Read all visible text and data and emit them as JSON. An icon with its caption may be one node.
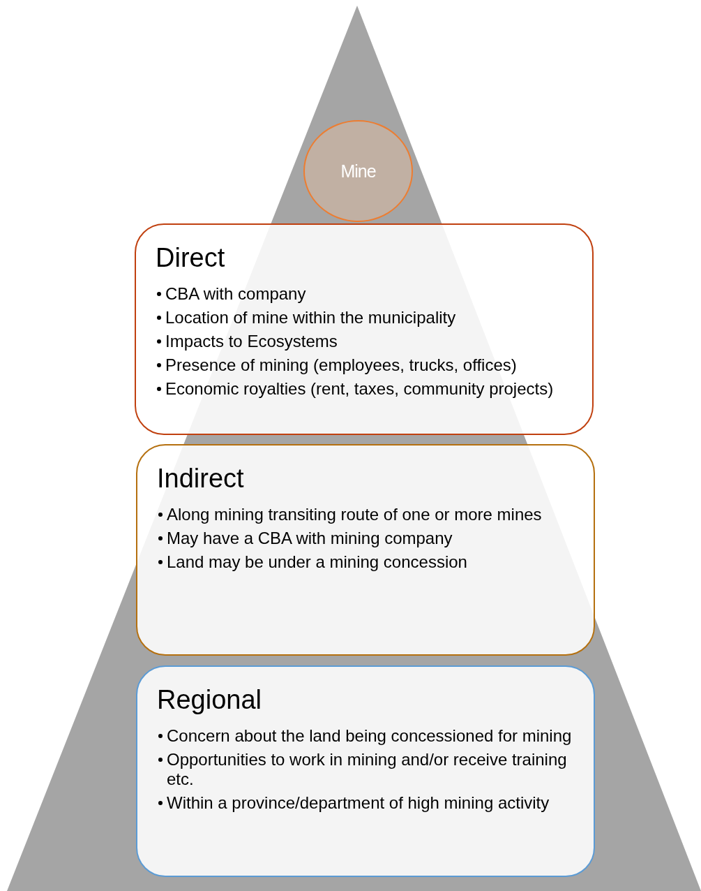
{
  "diagram": {
    "nodes": [
      {
        "text": [
          "Mine"
        ]
      },
      {
        "text": [
          "Direct",
          "CBA with company",
          "Location of mine within the municipality",
          "Impacts to Ecosystems",
          "Presence of mining (employees, trucks, offices)",
          "Economic royalties (rent, taxes, community projects)"
        ]
      },
      {
        "text": [
          "Indirect",
          "Along mining transiting route of one or more mines",
          "May have a CBA with mining company",
          "Land may be under a mining concession"
        ]
      },
      {
        "text": [
          "Regional",
          "Concern about the land being concessioned for mining",
          "Opportunities to work in mining and/or receive training etc.",
          "Within a province/department of high mining activity"
        ]
      }
    ]
  }
}
